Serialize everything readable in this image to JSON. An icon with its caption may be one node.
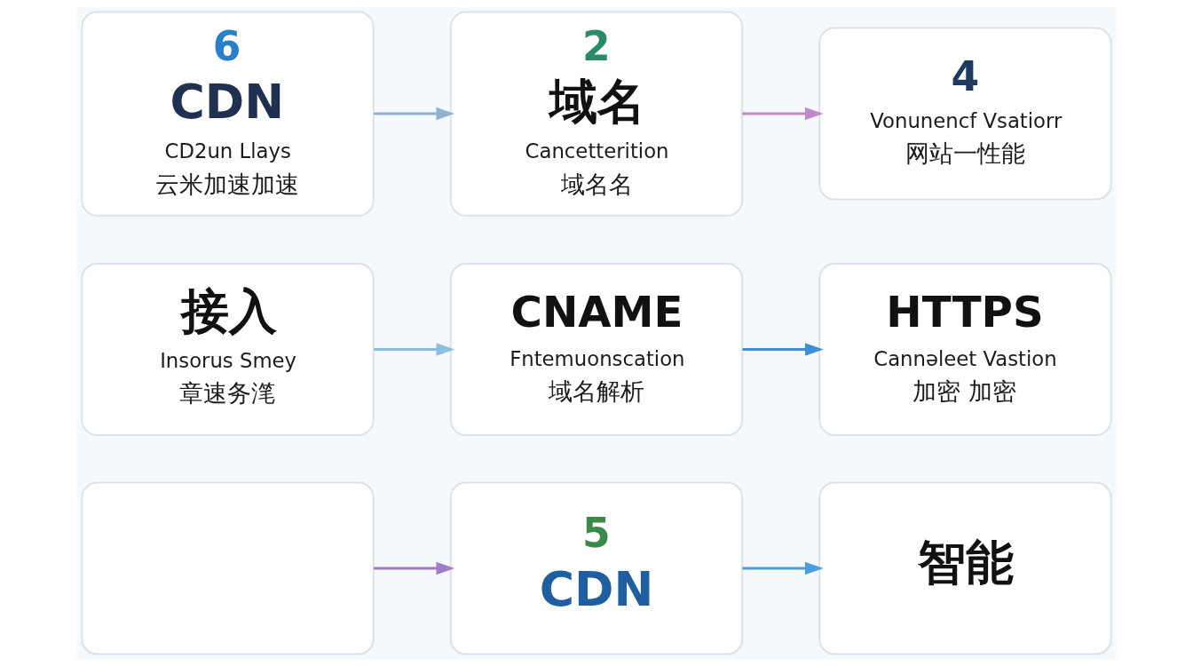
{
  "diagram": {
    "nodes": [
      {
        "text": [
          "6",
          "CDN",
          "CD2un Llays",
          "云米加速加速"
        ]
      },
      {
        "text": [
          "2",
          "域名",
          "Cancetterition",
          "域名名"
        ]
      },
      {
        "text": [
          "4",
          "Vonunencf Vsatiorr",
          "网站一性能"
        ]
      },
      {
        "text": [
          "接入",
          "Insorus Smey",
          "章速务滗"
        ]
      },
      {
        "text": [
          "CNAME",
          "Fntemuonscation",
          "域名解析"
        ]
      },
      {
        "text": [
          "HTTPS",
          "Cannəleet Vastion",
          "加密 加密"
        ]
      },
      {
        "text": [],
        "shape": "box"
      },
      {
        "text": [
          "5",
          "CDN"
        ]
      },
      {
        "text": [
          "智能"
        ]
      }
    ],
    "edges": [
      {
        "from": 0,
        "to": 1,
        "arrow": "to",
        "color": "#8fb4d0"
      },
      {
        "from": 1,
        "to": 2,
        "arrow": "to",
        "color": "#c08ac8"
      },
      {
        "from": 3,
        "to": 4,
        "arrow": "to",
        "color": "#8cc0e0"
      },
      {
        "from": 4,
        "to": 5,
        "arrow": "to",
        "color": "#3d8fd8"
      },
      {
        "from": 6,
        "to": 7,
        "arrow": "to",
        "color": "#a07cc8"
      },
      {
        "from": 7,
        "to": 8,
        "arrow": "to",
        "color": "#4a9ee0"
      }
    ]
  }
}
